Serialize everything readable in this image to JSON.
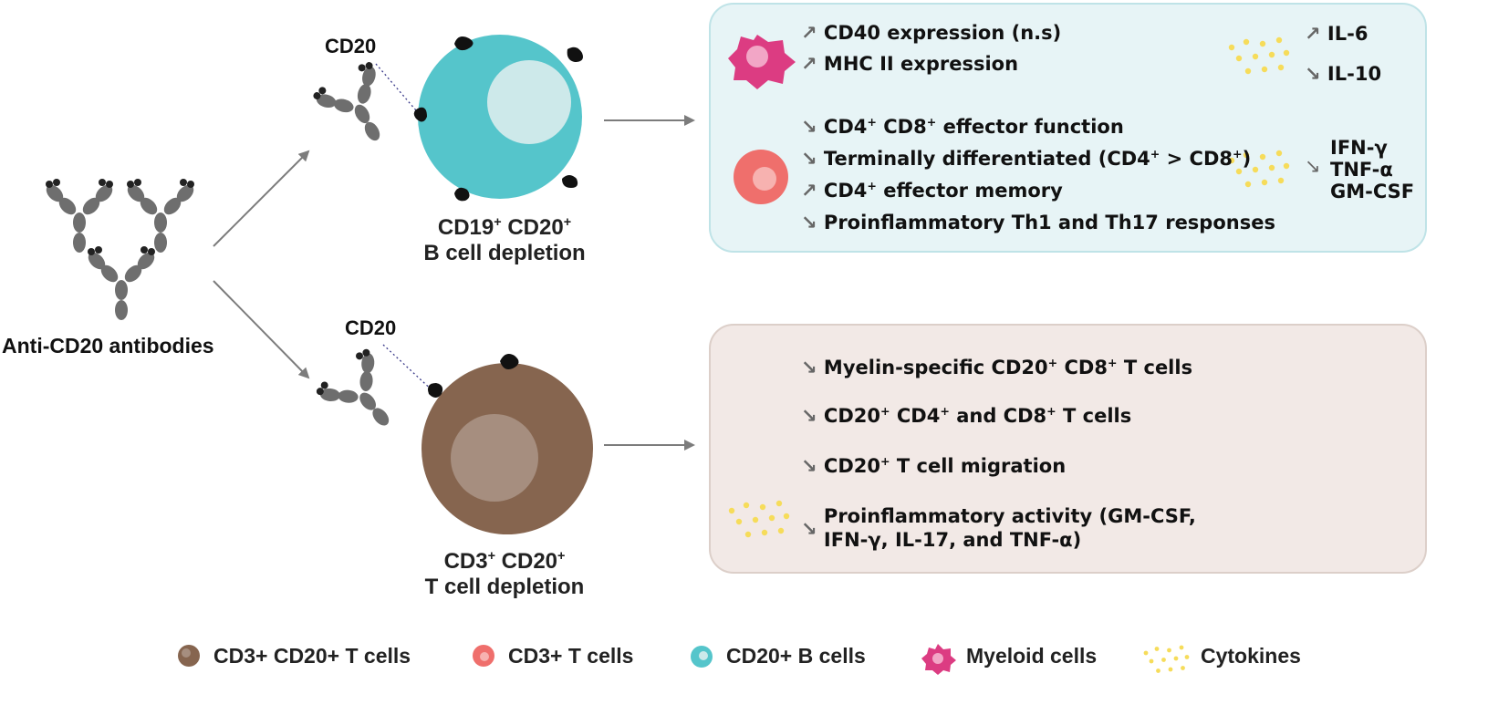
{
  "antibodies_label": "Anti-CD20 antibodies",
  "b_cell": {
    "cd20_label": "CD20",
    "caption_line1_parts": [
      "CD19",
      "+",
      " CD20",
      "+"
    ],
    "caption_line2": "B cell depletion",
    "fill_color": "#55c5cb",
    "nucleus_color": "#cde9ea"
  },
  "t_cell": {
    "cd20_label": "CD20",
    "caption_line1_parts": [
      "CD3",
      "+",
      " CD20",
      "+"
    ],
    "caption_line2": "T cell depletion",
    "fill_color": "#86654f",
    "nucleus_color": "#a68e7f"
  },
  "panel_top": {
    "background": "#e7f4f6",
    "border": "#bfe3e7",
    "myeloid_rows": [
      {
        "direction": "up",
        "text": "CD40 expression (n.s)"
      },
      {
        "direction": "up",
        "text": "MHC II expression"
      }
    ],
    "myeloid_cytokines": [
      {
        "direction": "up",
        "text": "IL-6"
      },
      {
        "direction": "down",
        "text": "IL-10"
      }
    ],
    "tcell_rows": [
      {
        "direction": "down",
        "p1": "CD4",
        "s1": "+",
        "p2": " CD8",
        "s2": "+",
        "p3": " effector function"
      },
      {
        "direction": "down",
        "p1": "Terminally differentiated (CD4",
        "s1": "+",
        "p2": " > CD8",
        "s2": "+",
        "p3": ")"
      },
      {
        "direction": "up",
        "p1": "CD4",
        "s1": "+",
        "p2": " effector memory",
        "s2": "",
        "p3": ""
      },
      {
        "direction": "down",
        "p1": "Proinflammatory Th1 and Th17 responses",
        "s1": "",
        "p2": "",
        "s2": "",
        "p3": ""
      }
    ],
    "tcell_cytokines": [
      "IFN-γ",
      "TNF-α",
      "GM-CSF"
    ],
    "tcell_cytokine_direction": "down"
  },
  "panel_bottom": {
    "background": "#f2e9e6",
    "border": "#dccfc9",
    "rows": [
      {
        "direction": "down",
        "p1": "Myelin-specific CD20",
        "s1": "+",
        "p2": " CD8",
        "s2": "+",
        "p3": " T cells"
      },
      {
        "direction": "down",
        "p1": "CD20",
        "s1": "+",
        "p2": " CD4",
        "s2": "+",
        "p3": " and CD8",
        "s3": "+",
        "p4": " T cells"
      },
      {
        "direction": "down",
        "p1": "CD20",
        "s1": "+",
        "p2": " T cell migration",
        "s2": "",
        "p3": ""
      }
    ],
    "proinflammatory": {
      "direction": "down",
      "line1": "Proinflammatory activity (GM-CSF,",
      "line2": "IFN-γ, IL-17, and TNF-α)"
    }
  },
  "legend": [
    {
      "icon": "t-cell-cd20-icon",
      "label": "CD3+ CD20+ T cells",
      "color": "#86654f"
    },
    {
      "icon": "t-cell-icon",
      "label": "CD3+ T cells",
      "color": "#ef6f6c"
    },
    {
      "icon": "b-cell-icon",
      "label": "CD20+ B cells",
      "color": "#55c5cb"
    },
    {
      "icon": "myeloid-cell-icon",
      "label": "Myeloid cells",
      "color": "#dc3c82"
    },
    {
      "icon": "cytokines-icon",
      "label": "Cytokines",
      "color": "#f6dc5a"
    }
  ],
  "colors": {
    "arrow": "#7c7c7c",
    "antibody": "#6e6e6e",
    "antigen": "#111111",
    "cytokine": "#f6dc5a",
    "myeloid": "#dc3c82",
    "tcell": "#ef6f6c",
    "dotted_line": "#3a3a8a"
  }
}
